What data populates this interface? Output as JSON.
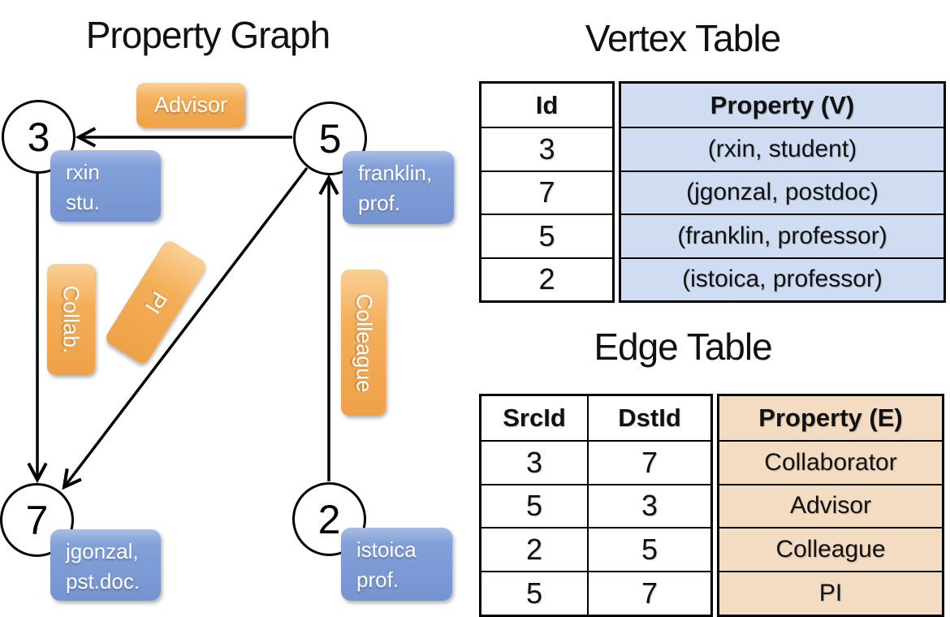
{
  "titles": {
    "graph": "Property Graph",
    "vertex_table": "Vertex Table",
    "edge_table": "Edge Table"
  },
  "colors": {
    "vertex_box": "#7E9BD4",
    "edge_label": "#F0A64E",
    "vertex_cell_bg": "#CFDCF1",
    "edge_cell_bg": "#F3DCC1",
    "line": "#000000",
    "background": "#FFFFFF"
  },
  "graph": {
    "nodes": [
      {
        "id": "3",
        "label_line1": "rxin",
        "label_line2": "stu."
      },
      {
        "id": "5",
        "label_line1": "franklin,",
        "label_line2": "prof."
      },
      {
        "id": "7",
        "label_line1": "jgonzal,",
        "label_line2": "pst.doc."
      },
      {
        "id": "2",
        "label_line1": "istoica",
        "label_line2": "prof."
      }
    ],
    "edge_labels": {
      "advisor": "Advisor",
      "collab": "Collab.",
      "pi": "PI",
      "colleague": "Colleague"
    }
  },
  "vertex_table": {
    "headers": {
      "id": "Id",
      "property": "Property (V)"
    },
    "rows": [
      {
        "id": "3",
        "property": "(rxin, student)"
      },
      {
        "id": "7",
        "property": "(jgonzal, postdoc)"
      },
      {
        "id": "5",
        "property": "(franklin, professor)"
      },
      {
        "id": "2",
        "property": "(istoica, professor)"
      }
    ]
  },
  "edge_table": {
    "headers": {
      "src": "SrcId",
      "dst": "DstId",
      "property": "Property (E)"
    },
    "rows": [
      {
        "src": "3",
        "dst": "7",
        "property": "Collaborator"
      },
      {
        "src": "5",
        "dst": "3",
        "property": "Advisor"
      },
      {
        "src": "2",
        "dst": "5",
        "property": "Colleague"
      },
      {
        "src": "5",
        "dst": "7",
        "property": "PI"
      }
    ]
  }
}
